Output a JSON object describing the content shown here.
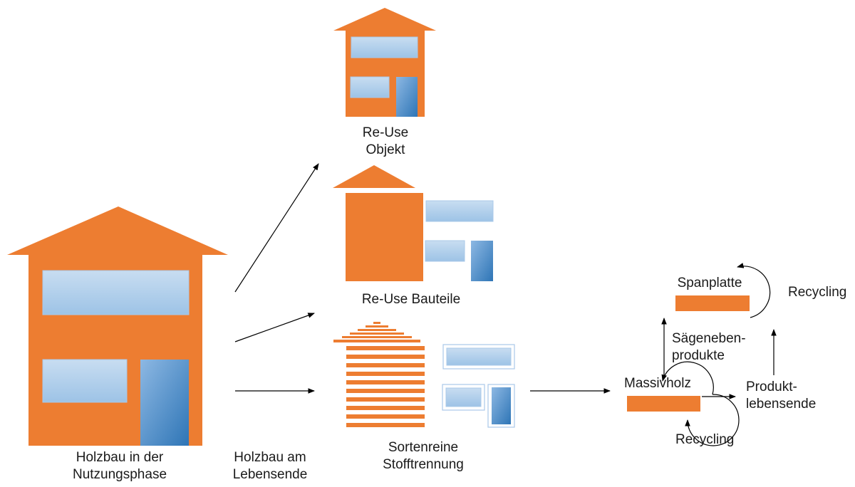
{
  "colors": {
    "wood": "#ED7D31",
    "glass_light": "#BDD7EE",
    "glass_dark": "#9DC3E6",
    "door_light": "#9DC3E6",
    "door_dark": "#2E75B6",
    "arrow": "#000000"
  },
  "labels": {
    "house_use": [
      "Holzbau in der",
      "Nutzungsphase"
    ],
    "end_of_life": [
      "Holzbau am",
      "Lebensende"
    ],
    "reuse_object": [
      "Re-Use",
      "Objekt"
    ],
    "reuse_parts": "Re-Use Bauteile",
    "separation": [
      "Sortenreine",
      "Stofftrennung"
    ],
    "spanplatte": "Spanplatte",
    "recycling_top": "Recycling",
    "saegenebenprodukte": [
      "Sägeneben-",
      "produkte"
    ],
    "massivholz": "Massivholz",
    "produktlebensende": [
      "Produkt-",
      "lebensende"
    ],
    "recycling_bottom": "Recycling"
  }
}
